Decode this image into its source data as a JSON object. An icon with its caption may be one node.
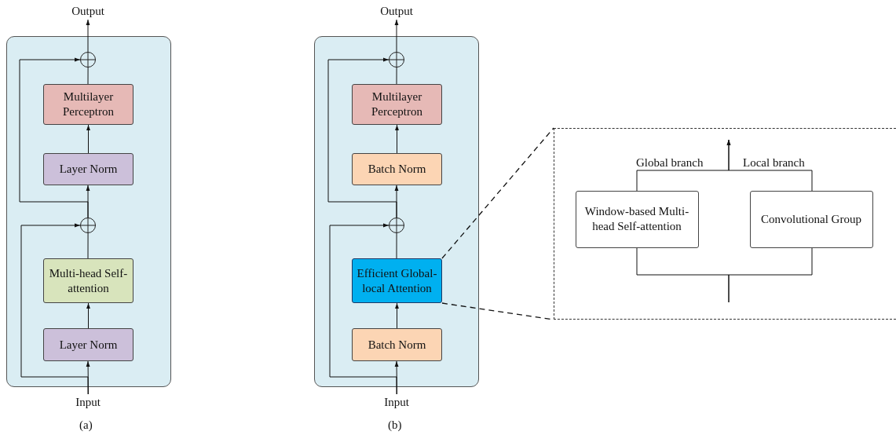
{
  "diagram": {
    "nodes": [
      {
        "text": [],
        "shape": "box"
      },
      {
        "text": [
          "Output"
        ]
      },
      {
        "text": [],
        "shape": "circle",
        "in": 0
      },
      {
        "text": [
          "Multilayer Perceptron"
        ],
        "in": 0
      },
      {
        "text": [
          "Layer Norm"
        ],
        "in": 0
      },
      {
        "text": [],
        "shape": "circle",
        "in": 0
      },
      {
        "text": [
          "Multi-head Self-attention"
        ],
        "in": 0
      },
      {
        "text": [
          "Layer Norm"
        ],
        "in": 0
      },
      {
        "text": [
          "Input"
        ]
      },
      {
        "text": [],
        "shape": "box"
      },
      {
        "text": [
          "Output"
        ]
      },
      {
        "text": [],
        "shape": "circle",
        "in": 9
      },
      {
        "text": [
          "Multilayer Perceptron"
        ],
        "in": 9
      },
      {
        "text": [
          "Batch Norm"
        ],
        "in": 9
      },
      {
        "text": [],
        "shape": "circle",
        "in": 9
      },
      {
        "text": [
          "Efficient Global-local Attention"
        ],
        "in": 9
      },
      {
        "text": [
          "Batch Norm"
        ],
        "in": 9
      },
      {
        "text": [
          "Input"
        ]
      },
      {
        "text": [],
        "shape": "box"
      },
      {
        "text": [
          "Window-based Multi-head Self-attention"
        ],
        "in": 18
      },
      {
        "text": [
          "Convolutional Group"
        ],
        "in": 18
      }
    ],
    "edges": [
      {
        "from": 8,
        "to": 7,
        "arrow": "to"
      },
      {
        "from": 8,
        "to": 5,
        "arrow": "to"
      },
      {
        "from": 7,
        "to": 6,
        "arrow": "to"
      },
      {
        "from": 6,
        "to": 5,
        "arrow": "none"
      },
      {
        "from": 5,
        "to": 4,
        "arrow": "to"
      },
      {
        "from": 5,
        "to": 2,
        "arrow": "to"
      },
      {
        "from": 4,
        "to": 3,
        "arrow": "to"
      },
      {
        "from": 3,
        "to": 2,
        "arrow": "none"
      },
      {
        "from": 2,
        "to": 1,
        "arrow": "to"
      },
      {
        "from": 17,
        "to": 16,
        "arrow": "to"
      },
      {
        "from": 17,
        "to": 14,
        "arrow": "to"
      },
      {
        "from": 16,
        "to": 15,
        "arrow": "to"
      },
      {
        "from": 15,
        "to": 14,
        "arrow": "none"
      },
      {
        "from": 14,
        "to": 13,
        "arrow": "to"
      },
      {
        "from": 14,
        "to": 11,
        "arrow": "to"
      },
      {
        "from": 13,
        "to": 12,
        "arrow": "to"
      },
      {
        "from": 12,
        "to": 11,
        "arrow": "none"
      },
      {
        "from": 11,
        "to": 10,
        "arrow": "to"
      },
      {
        "from": 15,
        "to": 18,
        "arrow": "none",
        "style": "dashed"
      },
      {
        "from": 15,
        "to": 18,
        "arrow": "none",
        "style": "dashed"
      },
      {
        "from": null,
        "to": 19,
        "arrow": "none"
      },
      {
        "from": null,
        "to": 20,
        "arrow": "none"
      },
      {
        "from": 19,
        "to": null,
        "arrow": "to",
        "label": "Global branch"
      },
      {
        "from": 20,
        "to": null,
        "arrow": "to",
        "label": "Local branch"
      }
    ],
    "labels": [
      "(a)",
      "(b)"
    ]
  }
}
